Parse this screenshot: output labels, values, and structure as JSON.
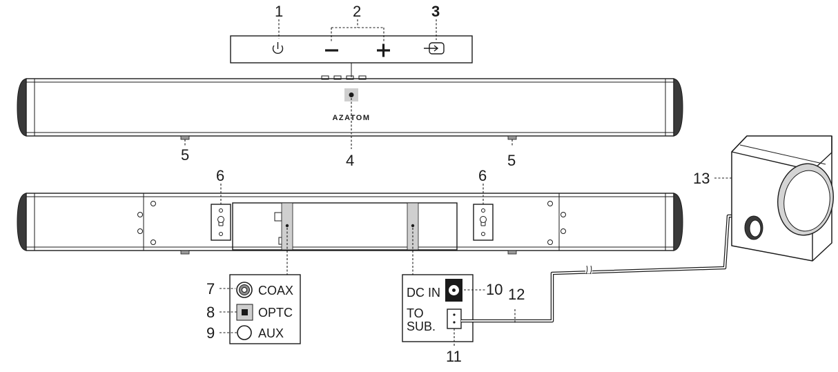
{
  "callouts": {
    "c1": "1",
    "c2": "2",
    "c3": "3",
    "c4": "4",
    "c5": "5",
    "c6": "6",
    "c7": "7",
    "c8": "8",
    "c9": "9",
    "c10": "10",
    "c11": "11",
    "c12": "12",
    "c13": "13"
  },
  "brand": "AZATOM",
  "rear_inputs": {
    "coax": "COAX",
    "optical": "OPTC",
    "aux": "AUX"
  },
  "power_panel": {
    "dc_in": "DC IN",
    "to_sub_line1": "TO",
    "to_sub_line2": "SUB."
  },
  "icons": {
    "power": "power-icon",
    "volume_down": "minus-icon",
    "volume_up": "plus-icon",
    "input": "input-source-icon"
  }
}
